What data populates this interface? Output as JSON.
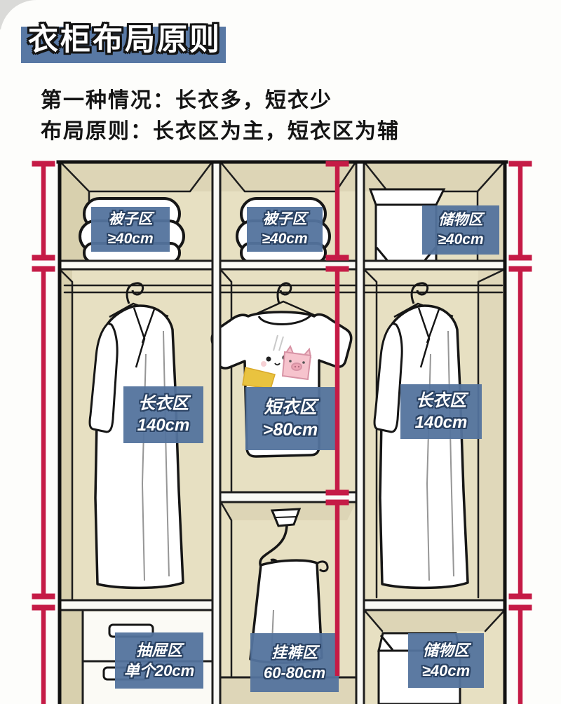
{
  "title": "衣柜布局原则",
  "subtitle": {
    "line1": "第一种情况：长衣多，短衣少",
    "line2": "布局原则：长衣区为主，短衣区为辅"
  },
  "wardrobe": {
    "zones": [
      {
        "id": "quilt-left",
        "name": "被子区",
        "size": "≥40cm"
      },
      {
        "id": "quilt-middle",
        "name": "被子区",
        "size": "≥40cm"
      },
      {
        "id": "storage-top-right",
        "name": "储物区",
        "size": "≥40cm"
      },
      {
        "id": "long-clothes-left",
        "name": "长衣区",
        "size": "140cm"
      },
      {
        "id": "short-clothes-middle",
        "name": "短衣区",
        "size": ">80cm"
      },
      {
        "id": "long-clothes-right",
        "name": "长衣区",
        "size": "140cm"
      },
      {
        "id": "drawers-bottom-left",
        "name": "抽屉区",
        "size": "单个20cm"
      },
      {
        "id": "pants-bottom-middle",
        "name": "挂裤区",
        "size": "60-80cm"
      },
      {
        "id": "storage-bottom-right",
        "name": "储物区",
        "size": "≥40cm"
      }
    ],
    "illustrations": [
      "folded-quilt",
      "storage-box",
      "long-coat",
      "t-shirt",
      "hanging-pants",
      "drawers"
    ]
  },
  "colors": {
    "banner_bg": "#5878a4",
    "zone_label_bg": "#53739d",
    "zone_label_outline": "#2a4263",
    "measure_line_red": "#c51b46",
    "cabinet_beige": "#e7e0c2",
    "cabinet_shadow_beige": "#d8d0ae",
    "ink": "#161616",
    "accent_yellow": "#e9c33f",
    "accent_pink": "#f6c3cd"
  }
}
